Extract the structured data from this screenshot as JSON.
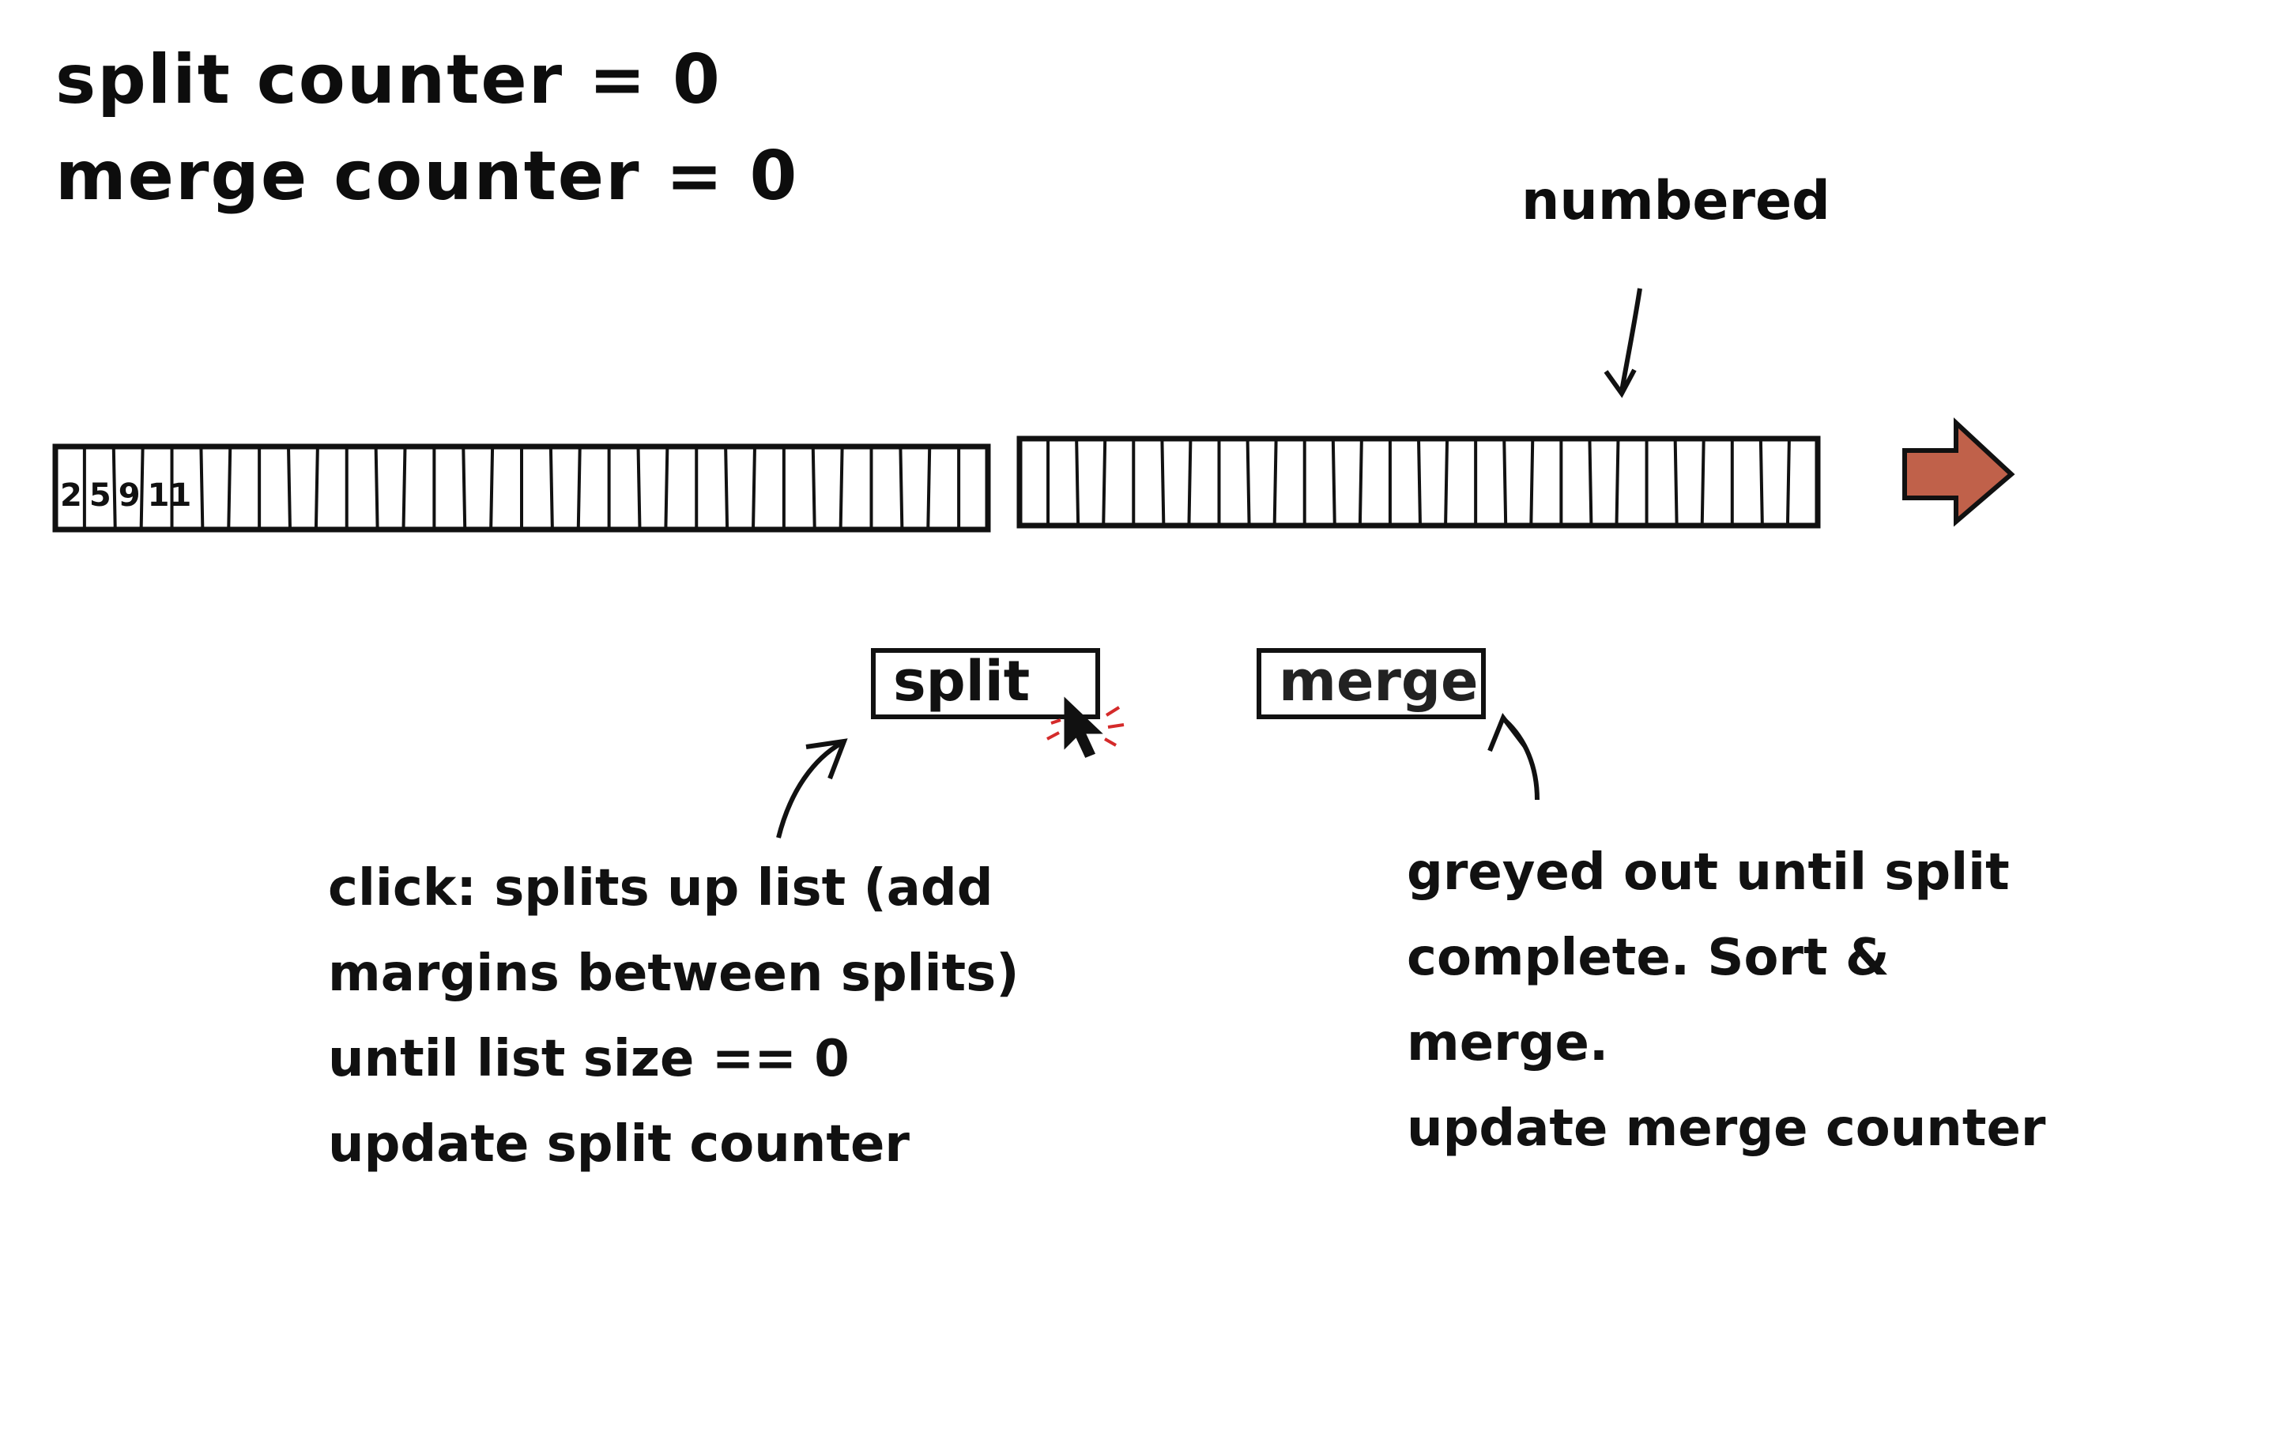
{
  "counters": {
    "split": "split counter = 0",
    "merge": "merge counter = 0"
  },
  "list": {
    "annotation": "numbered",
    "visible_numbers": [
      "2",
      "5",
      "9",
      "11"
    ],
    "arrow_color": "#c0614a"
  },
  "buttons": {
    "split_label": "split",
    "merge_label": "merge"
  },
  "notes": {
    "split": [
      "click: splits up list (add",
      "margins between splits)",
      "until list size == 0",
      "update split counter"
    ],
    "merge": [
      "greyed out until split",
      "complete. Sort &",
      "merge.",
      "update merge counter"
    ]
  }
}
